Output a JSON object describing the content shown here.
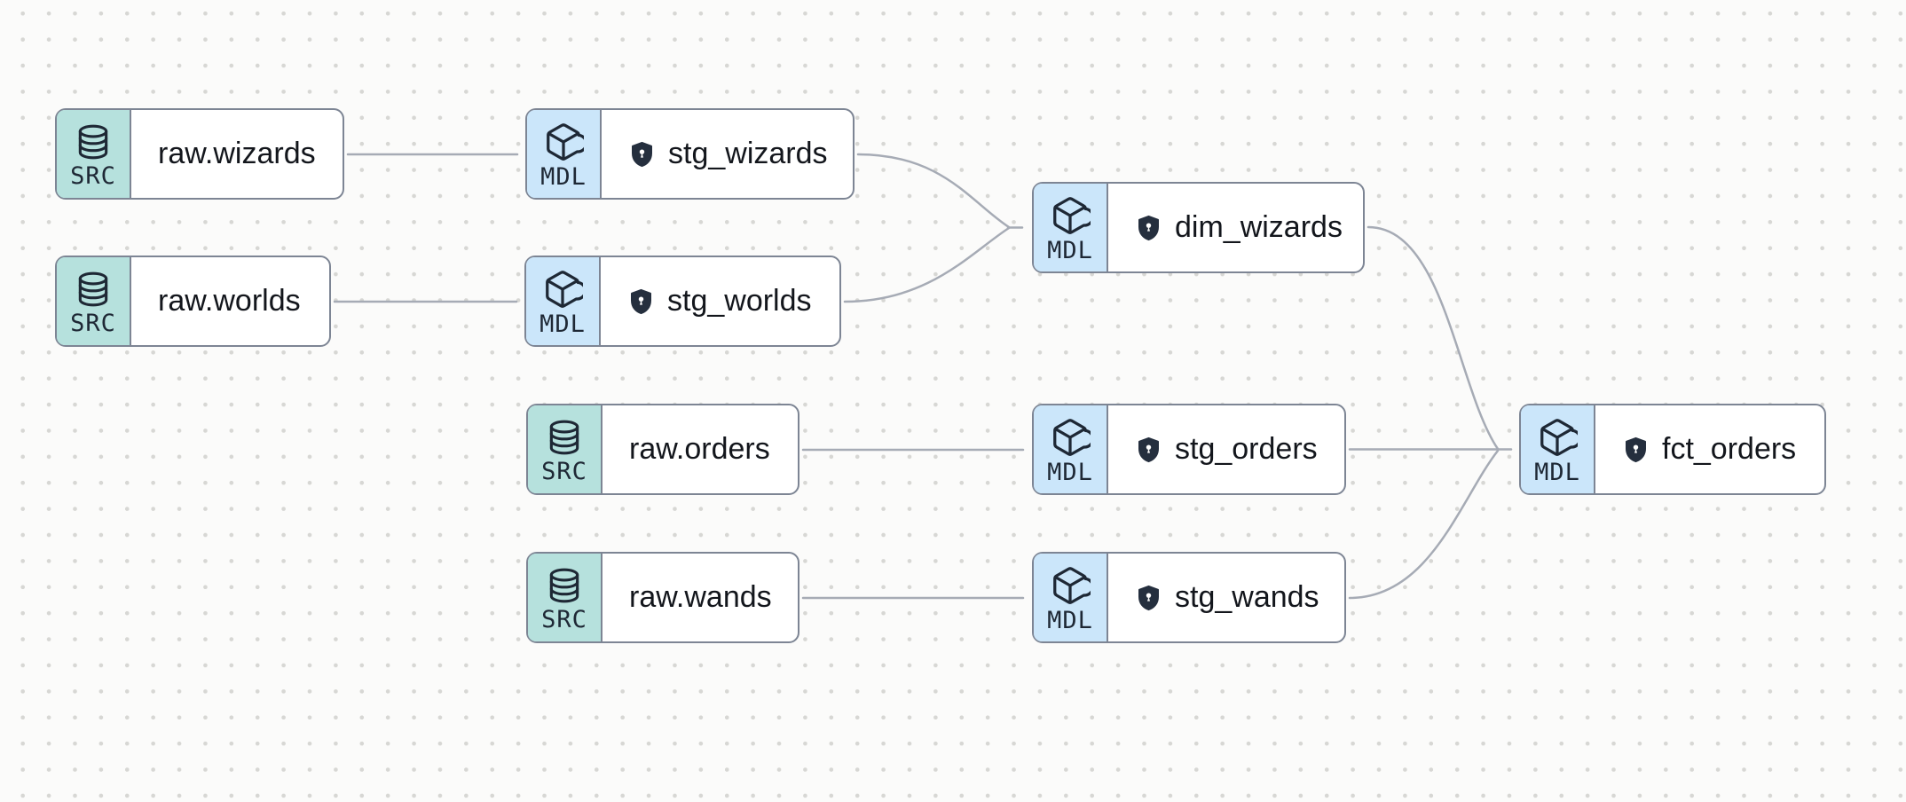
{
  "badges": {
    "source": "SRC",
    "model": "MDL"
  },
  "colors": {
    "canvas_bg": "#fbfbfa",
    "grid_dot": "#d7d7d4",
    "node_border": "#7d8594",
    "edge": "#a6abb5",
    "source_badge_bg": "#b6e1dd",
    "model_badge_bg": "#cbe6fa",
    "icon_ink": "#1e2835",
    "label_ink": "#13161c",
    "shield_fill": "#252f3e"
  },
  "nodes": [
    {
      "id": "raw.wizards",
      "kind": "source",
      "badge": "SRC",
      "label": "raw.wizards",
      "has_contract_shield": false
    },
    {
      "id": "stg_wizards",
      "kind": "model",
      "badge": "MDL",
      "label": "stg_wizards",
      "has_contract_shield": true
    },
    {
      "id": "raw.worlds",
      "kind": "source",
      "badge": "SRC",
      "label": "raw.worlds",
      "has_contract_shield": false
    },
    {
      "id": "stg_worlds",
      "kind": "model",
      "badge": "MDL",
      "label": "stg_worlds",
      "has_contract_shield": true
    },
    {
      "id": "dim_wizards",
      "kind": "model",
      "badge": "MDL",
      "label": "dim_wizards",
      "has_contract_shield": true
    },
    {
      "id": "raw.orders",
      "kind": "source",
      "badge": "SRC",
      "label": "raw.orders",
      "has_contract_shield": false
    },
    {
      "id": "stg_orders",
      "kind": "model",
      "badge": "MDL",
      "label": "stg_orders",
      "has_contract_shield": true
    },
    {
      "id": "raw.wands",
      "kind": "source",
      "badge": "SRC",
      "label": "raw.wands",
      "has_contract_shield": false
    },
    {
      "id": "stg_wands",
      "kind": "model",
      "badge": "MDL",
      "label": "stg_wands",
      "has_contract_shield": true
    },
    {
      "id": "fct_orders",
      "kind": "model",
      "badge": "MDL",
      "label": "fct_orders",
      "has_contract_shield": true
    }
  ],
  "edges": [
    {
      "from": "raw.wizards",
      "to": "stg_wizards"
    },
    {
      "from": "raw.worlds",
      "to": "stg_worlds"
    },
    {
      "from": "raw.orders",
      "to": "stg_orders"
    },
    {
      "from": "raw.wands",
      "to": "stg_wands"
    },
    {
      "from": "stg_wizards",
      "to": "dim_wizards"
    },
    {
      "from": "stg_worlds",
      "to": "dim_wizards"
    },
    {
      "from": "dim_wizards",
      "to": "fct_orders"
    },
    {
      "from": "stg_orders",
      "to": "fct_orders"
    },
    {
      "from": "stg_wands",
      "to": "fct_orders"
    }
  ]
}
